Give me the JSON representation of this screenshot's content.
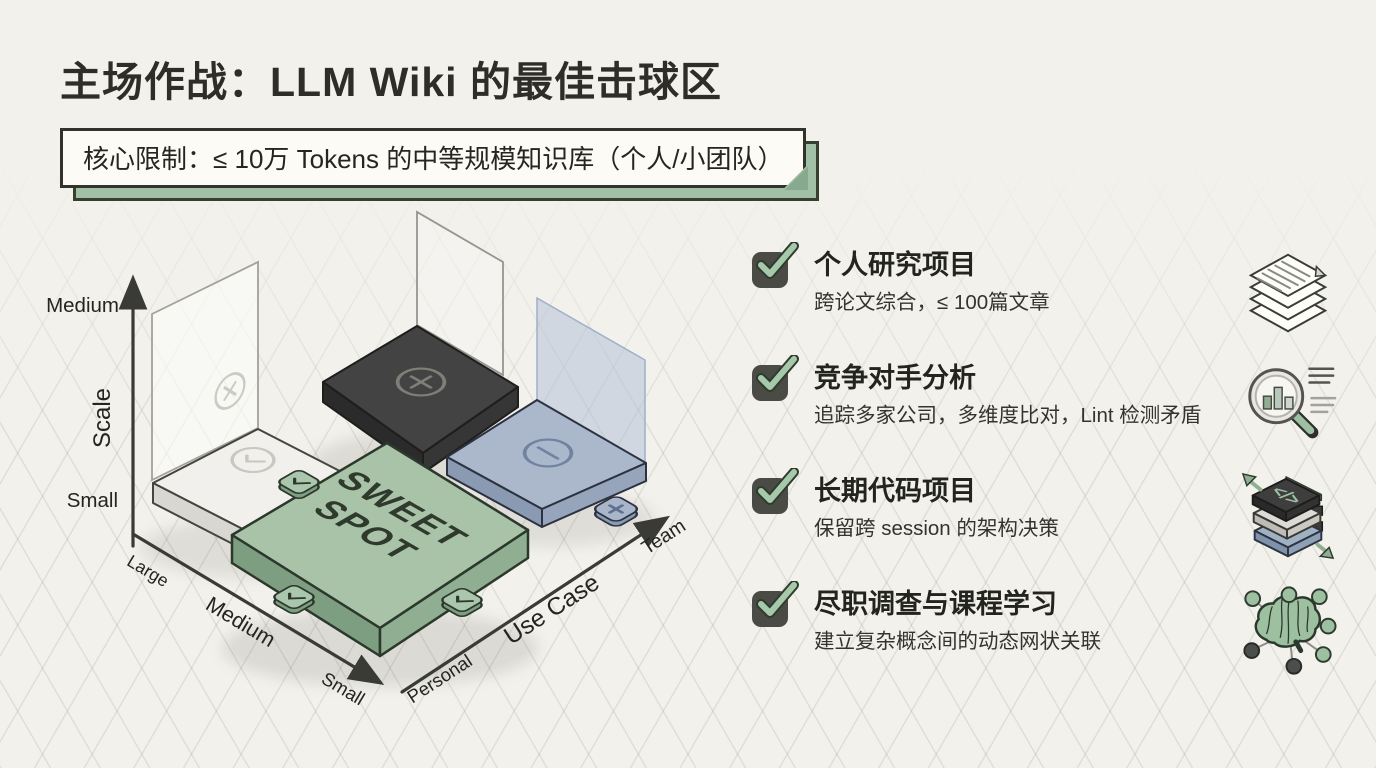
{
  "title": "主场作战：LLM Wiki 的最佳击球区",
  "constraint_note": "核心限制：≤ 10万 Tokens 的中等规模知识库（个人/小团队）",
  "chart": {
    "type": "isometric-matrix",
    "scale_axis": {
      "title": "Scale",
      "ticks": {
        "top": "Medium",
        "bottom": "Small"
      }
    },
    "size_axis": {
      "ticks": {
        "far": "Large",
        "mid": "Medium",
        "near": "Small"
      }
    },
    "usecase_axis": {
      "title": "Use Case",
      "ticks": {
        "near": "Personal",
        "far": "Team"
      }
    },
    "sweet_spot_label": {
      "line1": "SWEET",
      "line2": "SPOT"
    },
    "tiles": [
      {
        "grid": "small-scale / personal",
        "label": "SWEET SPOT",
        "color": "#a8c3a8",
        "mark": "check"
      },
      {
        "grid": "medium-scale / personal",
        "color": "#f1f0ec",
        "mark": "check-circle"
      },
      {
        "grid": "medium-scale / team",
        "color": "#434343",
        "mark": "plus-circle"
      },
      {
        "grid": "small-scale / team",
        "color": "#abb8cb",
        "mark": "minus-circle"
      }
    ]
  },
  "checklist": [
    {
      "title": "个人研究项目",
      "desc": "跨论文综合，≤ 100篇文章",
      "icon": "papers-stack-icon"
    },
    {
      "title": "竞争对手分析",
      "desc": "追踪多家公司，多维度比对，Lint 检测矛盾",
      "icon": "magnifier-chart-icon"
    },
    {
      "title": "长期代码项目",
      "desc": "保留跨 session 的架构决策",
      "icon": "code-layers-icon"
    },
    {
      "title": "尽职调查与课程学习",
      "desc": "建立复杂概念间的动态网状关联",
      "icon": "brain-network-icon"
    }
  ],
  "colors": {
    "background": "#f2f1ec",
    "accent_green": "#a8c3a8",
    "note_back_green": "#a2c0a6",
    "dark_tile": "#434343",
    "blue_tile": "#abb8cb",
    "ink": "#2e2d29"
  }
}
